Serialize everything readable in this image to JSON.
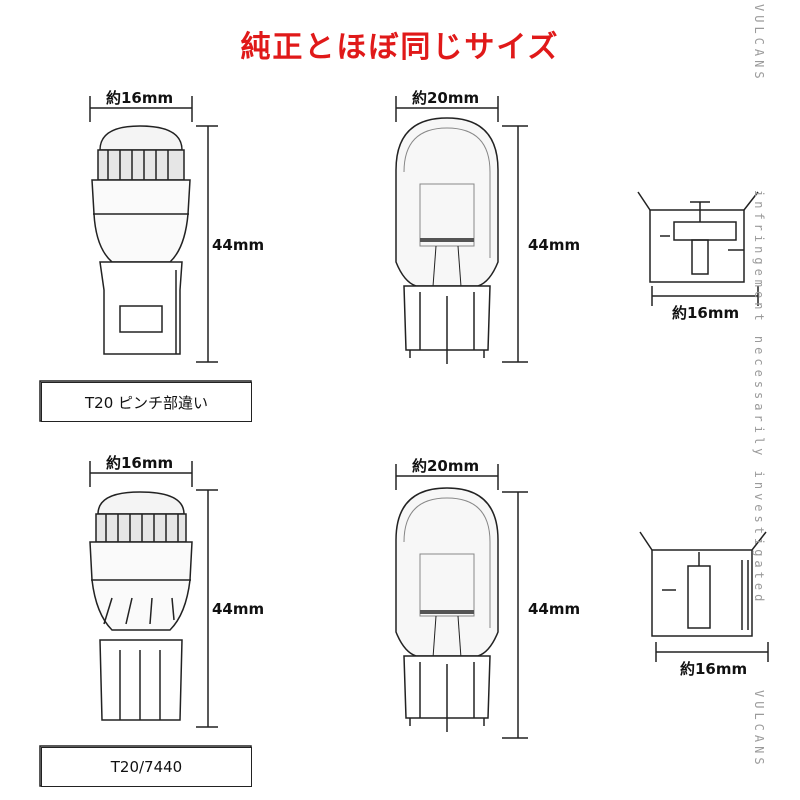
{
  "headline": "純正とほぼ同じサイズ",
  "top_row": {
    "led": {
      "width_label": "約16mm",
      "height_label": "44mm",
      "caption": "T20 ピンチ部違い"
    },
    "bulb": {
      "width_label": "約20mm",
      "height_label": "44mm"
    },
    "base": {
      "width_label": "約16mm"
    }
  },
  "bottom_row": {
    "led": {
      "width_label": "約16mm",
      "height_label": "44mm",
      "caption": "T20/7440"
    },
    "bulb": {
      "width_label": "約20mm",
      "height_label": "44mm"
    },
    "base": {
      "width_label": "約16mm"
    }
  },
  "watermark": {
    "brand_top": "VULCANS",
    "tagline": "infringement necessarily investigated",
    "brand_bottom": "VULCANS"
  },
  "colors": {
    "headline": "#e01919",
    "line": "#222222",
    "watermark": "#9a9a9a"
  }
}
